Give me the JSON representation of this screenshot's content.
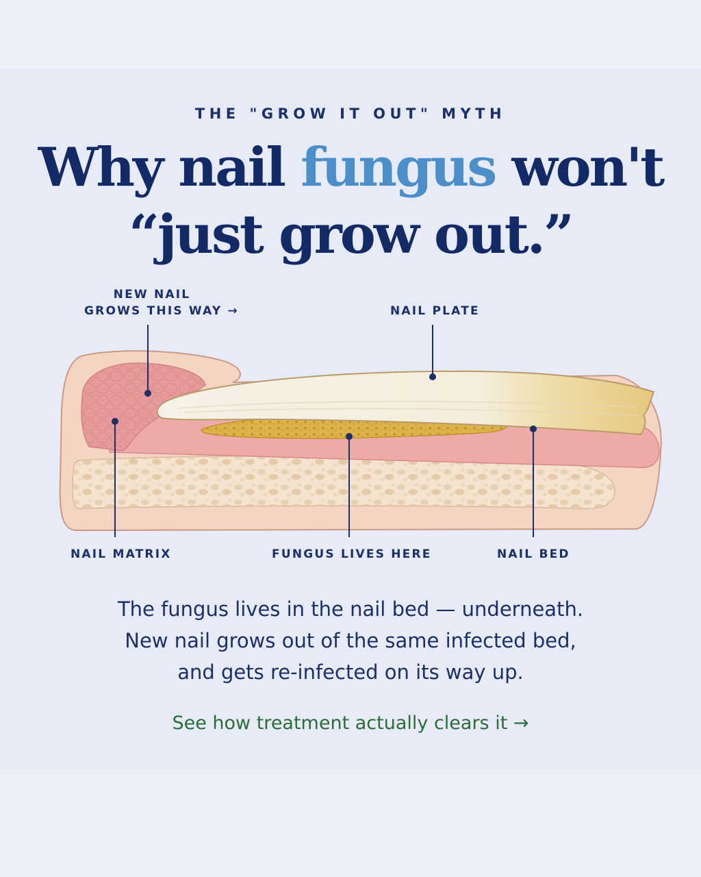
{
  "eyebrow": "THE \"GROW IT OUT\" MYTH",
  "headline": {
    "part1": "Why nail ",
    "accent": "fungus",
    "part2": " won't",
    "line2": "“just grow out.”"
  },
  "labels": {
    "new_nail_line1": "NEW NAIL",
    "new_nail_line2": "GROWS THIS WAY",
    "nail_plate": "NAIL PLATE",
    "nail_matrix": "NAIL MATRIX",
    "fungus": "FUNGUS LIVES HERE",
    "nail_bed": "NAIL BED"
  },
  "icons": {
    "arrow": "right-arrow-icon"
  },
  "body": [
    "The fungus lives in the nail bed — underneath.",
    "New nail grows out of the same infected bed,",
    "and gets re-infected on its way up."
  ],
  "cta": "See how treatment actually clears it",
  "colors": {
    "navy": "#142a66",
    "accent_blue": "#4b8ec9",
    "cta_green": "#2c6b3a",
    "background": "#e6ebf7"
  }
}
